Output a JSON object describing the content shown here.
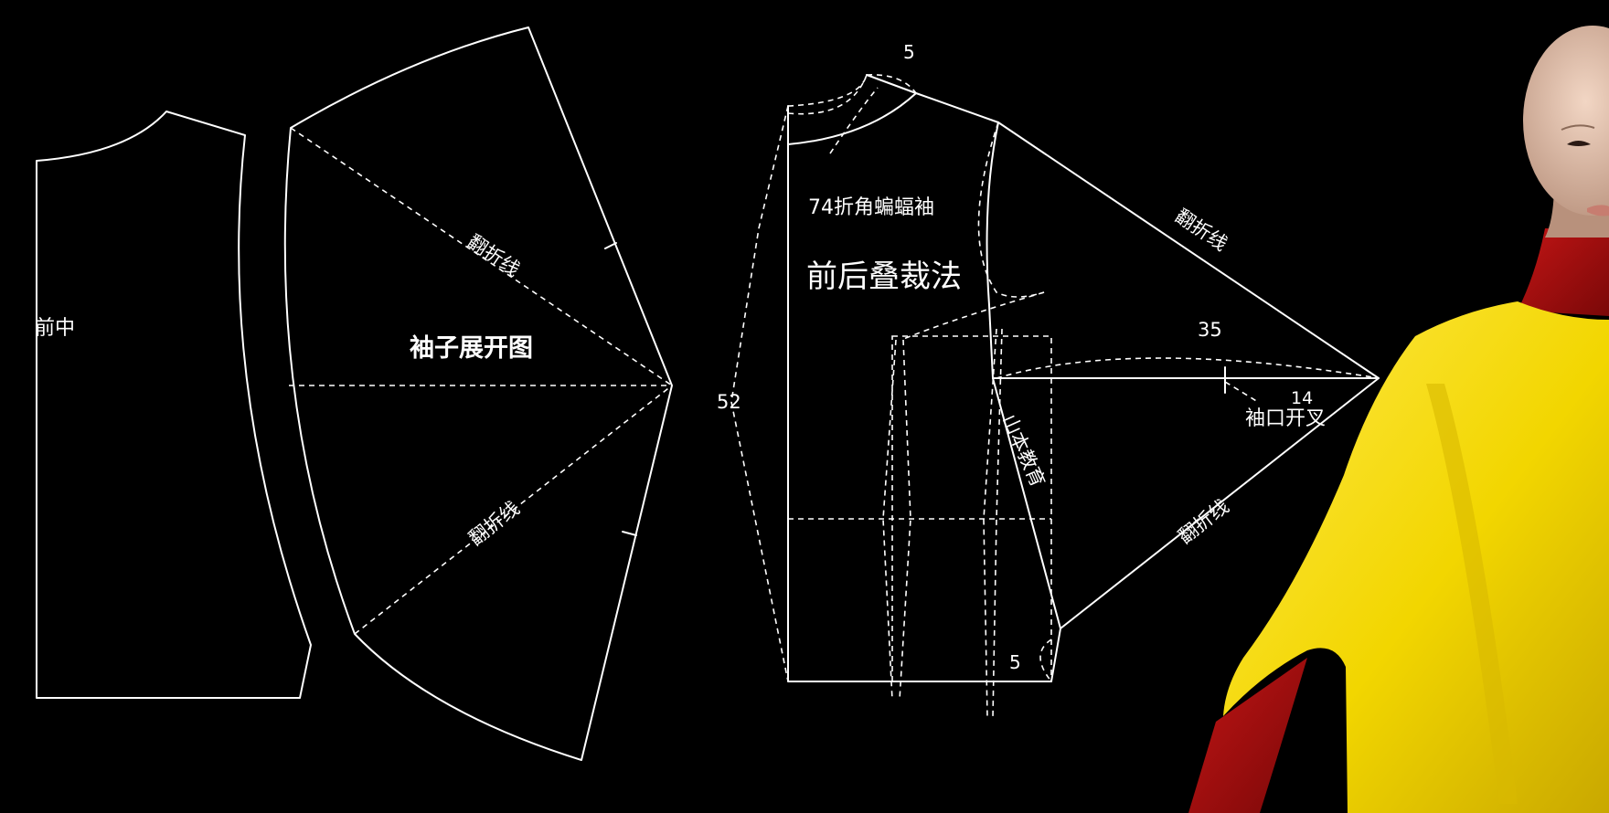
{
  "left_pattern": {
    "front_center_label": "前中",
    "sleeve_title": "袖子展开图",
    "fold_line_upper": "翻折线",
    "fold_line_lower": "翻折线"
  },
  "right_pattern": {
    "style_label": "74折角蝙蝠袖",
    "method_label": "前后叠裁法",
    "neck_dim": "5",
    "length_dim": "52",
    "sleeve_dim": "35",
    "slit_dim": "14",
    "slit_label": "袖口开叉",
    "hem_dim": "5",
    "fold_line_upper": "翻折线",
    "fold_line_lower": "翻折线",
    "watermark": "山本教育"
  },
  "colors": {
    "background": "#000000",
    "lines": "#ffffff",
    "garment": "#f2d600",
    "inner_layer": "#a80d0d",
    "skin": "#e6c2a8"
  }
}
